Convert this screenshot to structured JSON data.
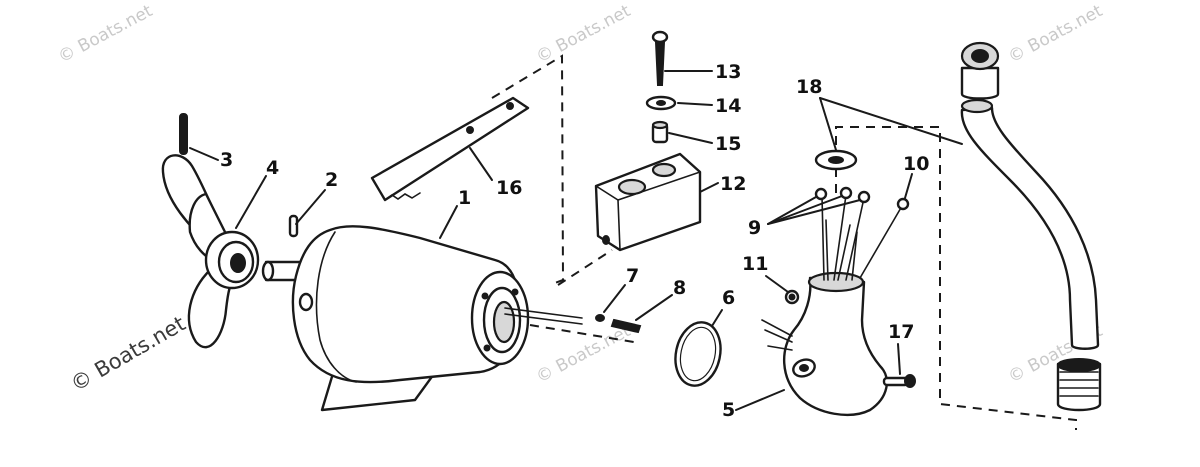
{
  "watermark": {
    "text": "© Boats.net",
    "color": "#c9c9c9",
    "prominent_color": "#3a3a3a"
  },
  "callouts": {
    "p1": "1",
    "p2": "2",
    "p3": "3",
    "p4": "4",
    "p5": "5",
    "p6": "6",
    "p7": "7",
    "p8": "8",
    "p9": "9",
    "p10": "10",
    "p11": "11",
    "p12": "12",
    "p13": "13",
    "p14": "14",
    "p15": "15",
    "p16": "16",
    "p17": "17",
    "p18": "18"
  },
  "parts": [
    {
      "id": "1",
      "icon": "motor-housing-icon"
    },
    {
      "id": "2",
      "icon": "drive-pin-icon"
    },
    {
      "id": "3",
      "icon": "cotter-pin-icon"
    },
    {
      "id": "4",
      "icon": "propeller-icon"
    },
    {
      "id": "5",
      "icon": "lower-housing-icon"
    },
    {
      "id": "6",
      "icon": "o-ring-icon"
    },
    {
      "id": "7",
      "icon": "small-pin-icon"
    },
    {
      "id": "8",
      "icon": "connector-icon"
    },
    {
      "id": "9",
      "icon": "screws-icon"
    },
    {
      "id": "10",
      "icon": "screw-icon"
    },
    {
      "id": "11",
      "icon": "nut-icon"
    },
    {
      "id": "12",
      "icon": "clamp-block-icon"
    },
    {
      "id": "13",
      "icon": "long-screw-icon"
    },
    {
      "id": "14",
      "icon": "washer-icon"
    },
    {
      "id": "15",
      "icon": "spacer-icon"
    },
    {
      "id": "16",
      "icon": "bracket-strap-icon"
    },
    {
      "id": "17",
      "icon": "bolt-icon"
    },
    {
      "id": "18",
      "icon": "shaft-tube-icon"
    }
  ]
}
